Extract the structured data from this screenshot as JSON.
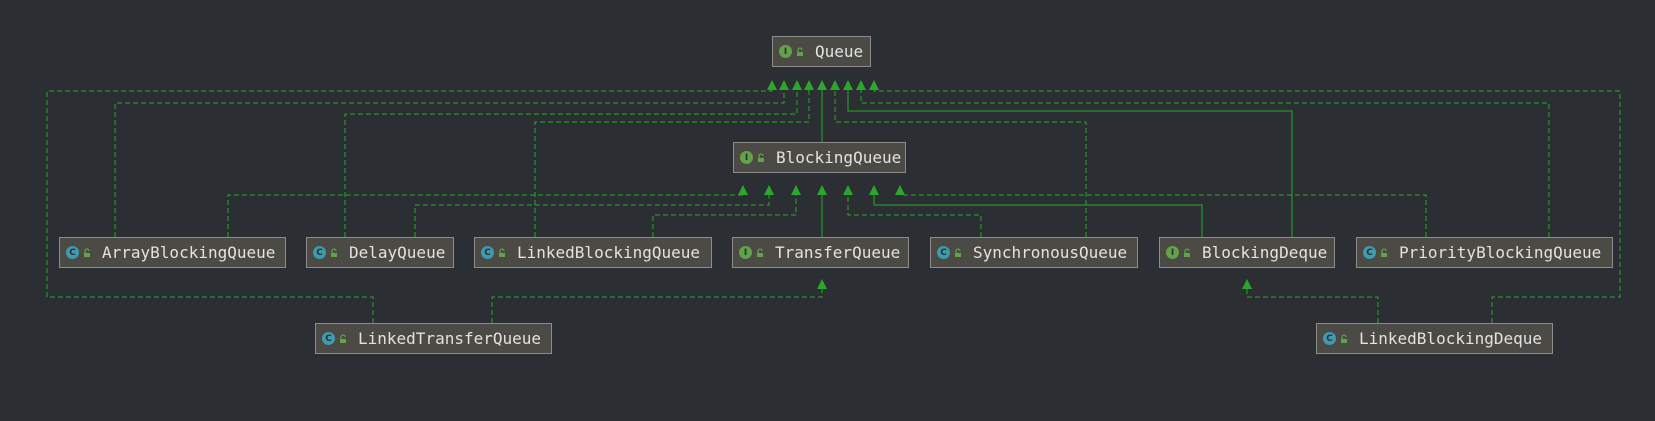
{
  "colors": {
    "background": "#2b2f33",
    "node_fill": "#4b4a45",
    "node_border": "#8c8c88",
    "node_text": "#e2e2e2",
    "edge": "#2aa82a",
    "interface_badge": "#62a34a",
    "class_badge": "#3e9bb0"
  },
  "badges": {
    "interface": "I",
    "class": "C"
  },
  "nodes": [
    {
      "id": "queue",
      "label": "Queue",
      "kind": "interface"
    },
    {
      "id": "blocking-queue",
      "label": "BlockingQueue",
      "kind": "interface"
    },
    {
      "id": "array-blocking-queue",
      "label": "ArrayBlockingQueue",
      "kind": "class"
    },
    {
      "id": "delay-queue",
      "label": "DelayQueue",
      "kind": "class"
    },
    {
      "id": "linked-blocking-queue",
      "label": "LinkedBlockingQueue",
      "kind": "class"
    },
    {
      "id": "transfer-queue",
      "label": "TransferQueue",
      "kind": "interface"
    },
    {
      "id": "synchronous-queue",
      "label": "SynchronousQueue",
      "kind": "class"
    },
    {
      "id": "blocking-deque",
      "label": "BlockingDeque",
      "kind": "interface"
    },
    {
      "id": "priority-blocking-queue",
      "label": "PriorityBlockingQueue",
      "kind": "class"
    },
    {
      "id": "linked-transfer-queue",
      "label": "LinkedTransferQueue",
      "kind": "class"
    },
    {
      "id": "linked-blocking-deque",
      "label": "LinkedBlockingDeque",
      "kind": "class"
    }
  ],
  "edges": [
    {
      "from": "blocking-queue",
      "to": "queue",
      "type": "extends"
    },
    {
      "from": "array-blocking-queue",
      "to": "queue",
      "type": "implements"
    },
    {
      "from": "delay-queue",
      "to": "queue",
      "type": "implements"
    },
    {
      "from": "linked-blocking-queue",
      "to": "queue",
      "type": "implements"
    },
    {
      "from": "synchronous-queue",
      "to": "queue",
      "type": "implements"
    },
    {
      "from": "blocking-deque",
      "to": "queue",
      "type": "extends"
    },
    {
      "from": "priority-blocking-queue",
      "to": "queue",
      "type": "implements"
    },
    {
      "from": "linked-transfer-queue",
      "to": "queue",
      "type": "implements"
    },
    {
      "from": "linked-blocking-deque",
      "to": "queue",
      "type": "implements"
    },
    {
      "from": "array-blocking-queue",
      "to": "blocking-queue",
      "type": "implements"
    },
    {
      "from": "delay-queue",
      "to": "blocking-queue",
      "type": "implements"
    },
    {
      "from": "linked-blocking-queue",
      "to": "blocking-queue",
      "type": "implements"
    },
    {
      "from": "transfer-queue",
      "to": "blocking-queue",
      "type": "extends"
    },
    {
      "from": "synchronous-queue",
      "to": "blocking-queue",
      "type": "implements"
    },
    {
      "from": "blocking-deque",
      "to": "blocking-queue",
      "type": "extends"
    },
    {
      "from": "priority-blocking-queue",
      "to": "blocking-queue",
      "type": "implements"
    },
    {
      "from": "linked-transfer-queue",
      "to": "transfer-queue",
      "type": "implements"
    },
    {
      "from": "linked-blocking-deque",
      "to": "blocking-deque",
      "type": "implements"
    }
  ]
}
